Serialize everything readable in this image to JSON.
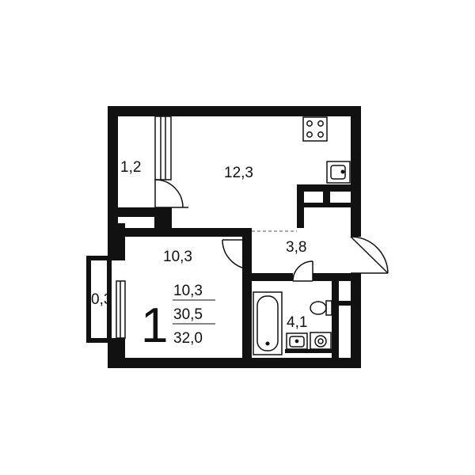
{
  "rooms": {
    "balcony_top": "1,2",
    "kitchen_living": "12,3",
    "hallway": "3,8",
    "bedroom": "10,3",
    "balcony_left": "0,3",
    "bathroom": "4,1"
  },
  "summary": {
    "room_count": "1",
    "living_area": "10,3",
    "total_area_no_balcony": "30,5",
    "total_area": "32,0"
  },
  "colors": {
    "wall": "#111111",
    "background": "#ffffff"
  }
}
